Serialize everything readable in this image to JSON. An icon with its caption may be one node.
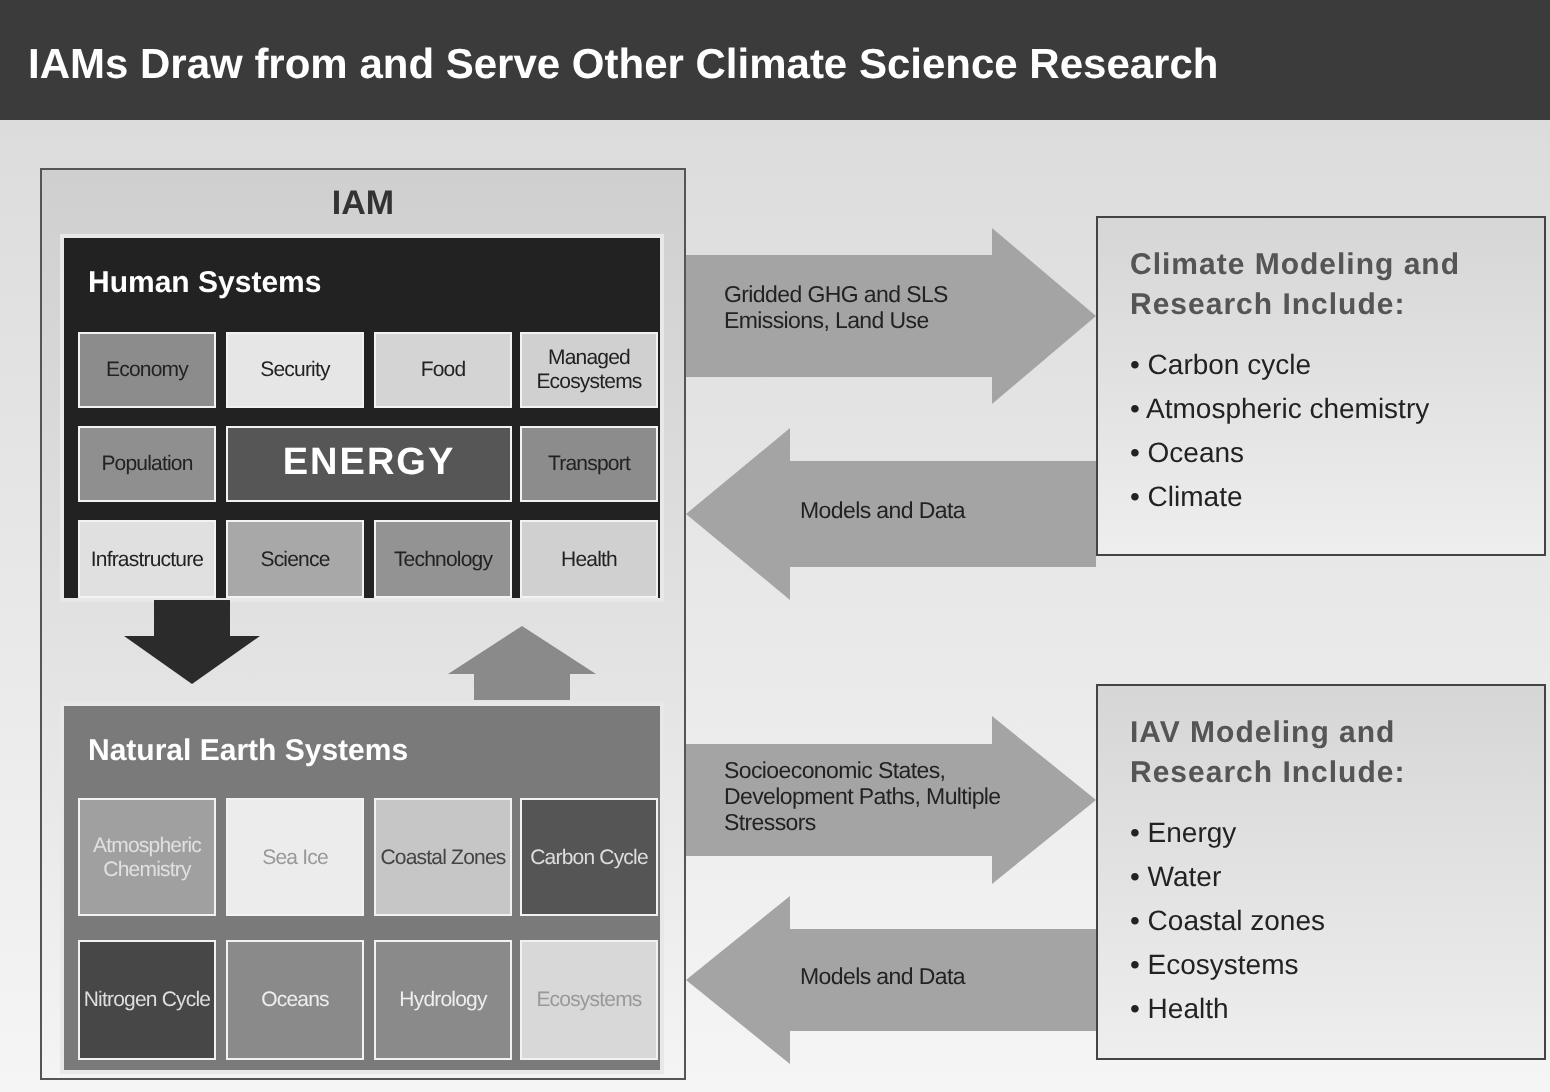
{
  "diagram": {
    "title": "IAMs Draw from and Serve Other Climate Science Research",
    "nodes": [
      {
        "text": [
          "IAM"
        ]
      },
      {
        "text": [
          "Human Systems"
        ],
        "in": 0
      },
      {
        "text": [
          "Economy"
        ],
        "in": 1
      },
      {
        "text": [
          "Security"
        ],
        "in": 1
      },
      {
        "text": [
          "Food"
        ],
        "in": 1
      },
      {
        "text": [
          "Managed Ecosystems"
        ],
        "in": 1
      },
      {
        "text": [
          "Population"
        ],
        "in": 1
      },
      {
        "text": [
          "ENERGY"
        ],
        "in": 1
      },
      {
        "text": [
          "Transport"
        ],
        "in": 1
      },
      {
        "text": [
          "Infrastructure"
        ],
        "in": 1
      },
      {
        "text": [
          "Science"
        ],
        "in": 1
      },
      {
        "text": [
          "Technology"
        ],
        "in": 1
      },
      {
        "text": [
          "Health"
        ],
        "in": 1
      },
      {
        "text": [
          "Natural Earth Systems"
        ],
        "in": 0
      },
      {
        "text": [
          "Atmospheric Chemistry"
        ],
        "in": 13
      },
      {
        "text": [
          "Sea Ice"
        ],
        "in": 13
      },
      {
        "text": [
          "Coastal Zones"
        ],
        "in": 13
      },
      {
        "text": [
          "Carbon Cycle"
        ],
        "in": 13
      },
      {
        "text": [
          "Nitrogen Cycle"
        ],
        "in": 13
      },
      {
        "text": [
          "Oceans"
        ],
        "in": 13
      },
      {
        "text": [
          "Hydrology"
        ],
        "in": 13
      },
      {
        "text": [
          "Ecosystems"
        ],
        "in": 13
      },
      {
        "text": [
          "Climate Modeling and Research Include:",
          "• Carbon cycle",
          "• Atmospheric chemistry",
          "• Oceans",
          "• Climate"
        ]
      },
      {
        "text": [
          "IAV Modeling and Research Include:",
          "• Energy",
          "• Water",
          "• Coastal zones",
          "• Ecosystems",
          "• Health"
        ]
      }
    ],
    "edges": [
      {
        "from": 1,
        "to": 13,
        "arrow": "to",
        "color": "#2b2b2b"
      },
      {
        "from": 13,
        "to": 1,
        "arrow": "to",
        "color": "#8a8a8a"
      },
      {
        "from": 0,
        "to": 22,
        "arrow": "to",
        "label": "Gridded GHG and SLS Emissions, Land Use"
      },
      {
        "from": 22,
        "to": 0,
        "arrow": "to",
        "label": "Models and Data"
      },
      {
        "from": 0,
        "to": 23,
        "arrow": "to",
        "label": "Socioeconomic States, Development Paths, Multiple Stressors"
      },
      {
        "from": 23,
        "to": 0,
        "arrow": "to",
        "label": "Models and Data"
      }
    ]
  }
}
